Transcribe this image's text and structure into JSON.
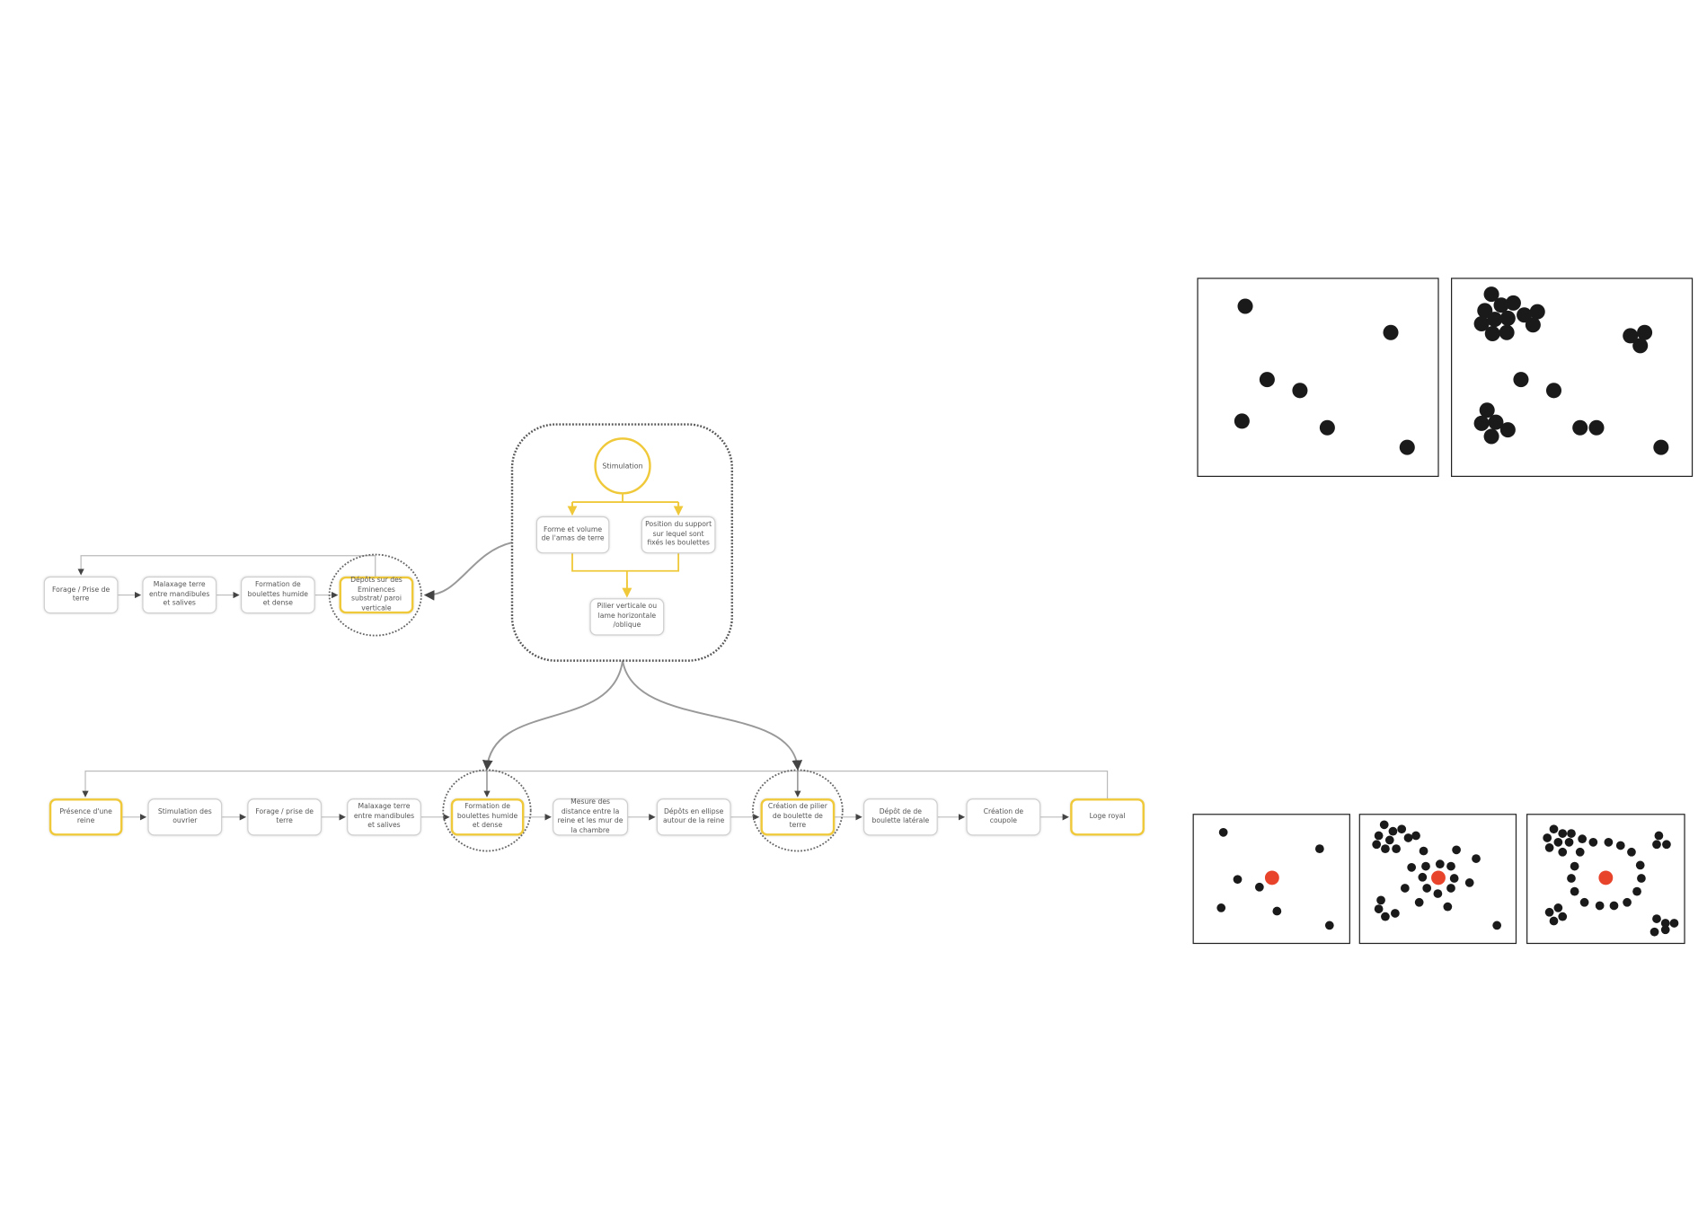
{
  "top_row": [
    "Forage / Prise de terre",
    "Malaxage terre entre mandibules et salives",
    "Formation de boulettes humide et dense",
    "Dépôts sur des Eminences substrat/ paroi verticale"
  ],
  "stimulation_group": {
    "center": "Stimulation",
    "left": "Forme et volume de l'amas de terre",
    "right": "Position du support sur lequel sont fixés les boulettes",
    "result": "Pilier verticale ou lame horizontale /oblique"
  },
  "bottom_row": [
    "Présence d'une reine",
    "Stimulation des ouvrier",
    "Forage / prise de terre",
    "Malaxage terre entre mandibules et salives",
    "Formation de boulettes humide et dense",
    "Mesure des distance entre la reine et les mur de la chambre",
    "Dépôts en ellipse autour de la reine",
    "Création de pilier de boulette de  terre",
    "Dépôt de de boulette latérale",
    "Création de coupole",
    "Loge royal"
  ],
  "colors": {
    "highlight": "#f0c93a",
    "queen": "#e8432b",
    "pellet": "#1a1a1a"
  }
}
